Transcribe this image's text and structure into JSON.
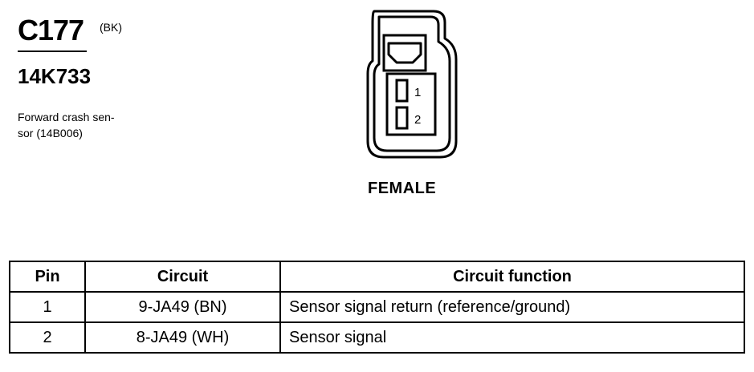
{
  "connector": {
    "id": "C177",
    "color": "(BK)",
    "part_number": "14K733",
    "description_lines": [
      "Forward crash sen-",
      "sor (14B006)"
    ]
  },
  "diagram": {
    "pins": [
      "1",
      "2"
    ],
    "gender": "FEMALE"
  },
  "table": {
    "headers": [
      "Pin",
      "Circuit",
      "Circuit function"
    ],
    "rows": [
      {
        "pin": "1",
        "circuit": "9-JA49 (BN)",
        "function": "Sensor signal return (reference/ground)"
      },
      {
        "pin": "2",
        "circuit": "8-JA49 (WH)",
        "function": "Sensor signal"
      }
    ]
  }
}
